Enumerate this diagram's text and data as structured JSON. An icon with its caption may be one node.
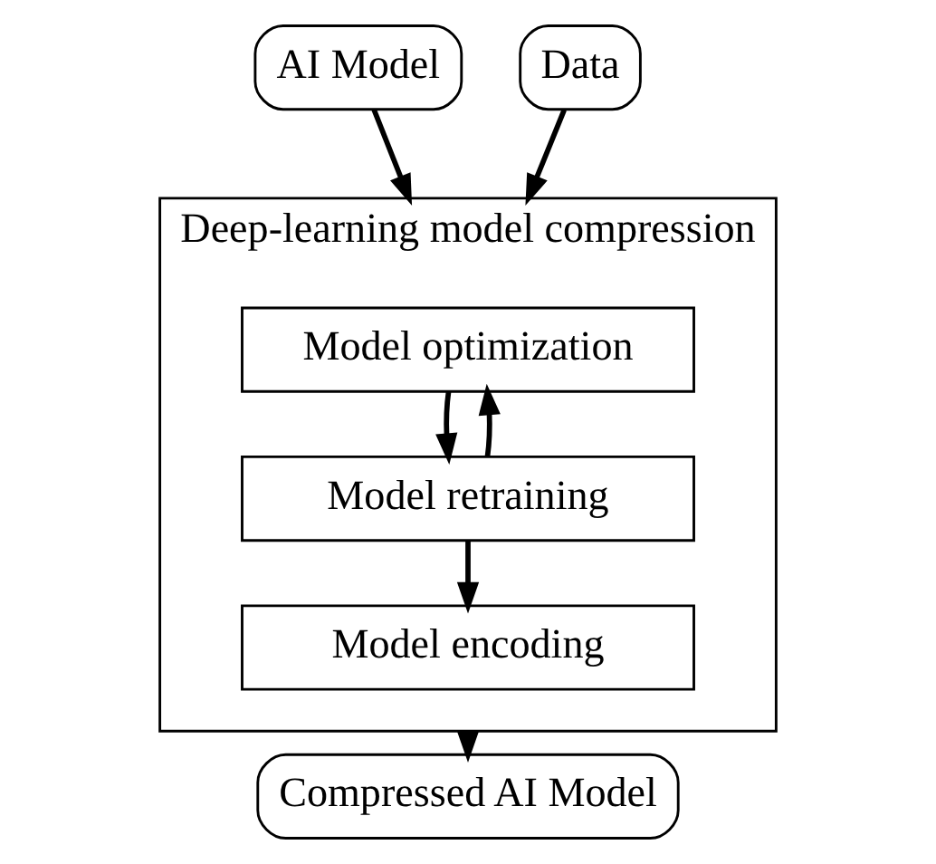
{
  "diagram": {
    "nodes": [
      {
        "text": [
          "AI Model"
        ]
      },
      {
        "text": [
          "Data"
        ]
      },
      {
        "text": [
          "Deep-learning model compression"
        ]
      },
      {
        "text": [
          "Model optimization"
        ],
        "in": 2
      },
      {
        "text": [
          "Model retraining"
        ],
        "in": 2
      },
      {
        "text": [
          "Model encoding"
        ],
        "in": 2
      },
      {
        "text": [
          "Compressed AI Model"
        ]
      }
    ],
    "edges": [
      {
        "from": 0,
        "to": 2,
        "arrow": "to"
      },
      {
        "from": 1,
        "to": 2,
        "arrow": "to"
      },
      {
        "from": 3,
        "to": 4,
        "arrow": "to"
      },
      {
        "from": 4,
        "to": 3,
        "arrow": "to"
      },
      {
        "from": 4,
        "to": 5,
        "arrow": "to"
      },
      {
        "from": 2,
        "to": 6,
        "arrow": "to"
      }
    ]
  }
}
